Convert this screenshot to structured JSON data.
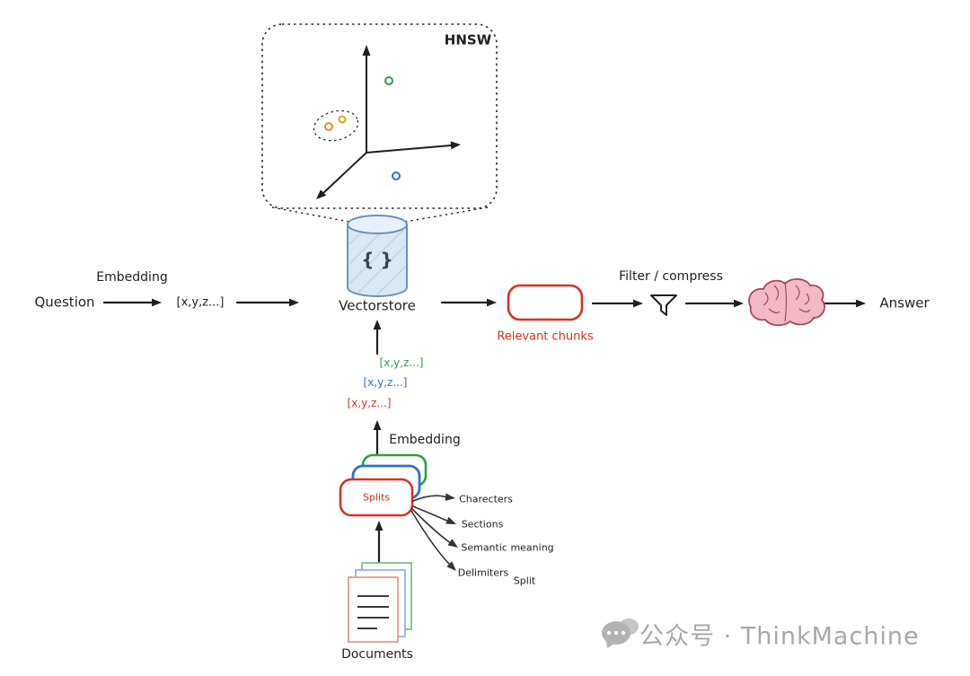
{
  "colors": {
    "ink": "#1f1f1f",
    "red": "#d93025",
    "green": "#2f9e44",
    "blue": "#2f6fd6",
    "orange": "#e8882e",
    "cylinder_fill": "#d9e8f6",
    "cylinder_stroke": "#6b93b8",
    "brain_fill": "#f2b8c6",
    "brain_stroke": "#a34a5e",
    "watermark_gray": "#a8a8a8"
  },
  "hnsw_panel": {
    "label": "HNSW"
  },
  "flow": {
    "question": "Question",
    "embedding_label": "Embedding",
    "query_vector": "[x,y,z...]",
    "vectorstore_braces": "{ }",
    "vectorstore_label": "Vectorstore",
    "relevant_chunks_label": "Relevant chunks",
    "filter_label": "Filter / compress",
    "answer": "Answer"
  },
  "chunk_vectors": {
    "green": "[x,y,z...]",
    "blue": "[x,y,z...]",
    "red": "[x,y,z...]",
    "embedding_label": "Embedding"
  },
  "splits": {
    "label": "Splits",
    "methods": [
      "Charecters",
      "Sections",
      "Semantic meaning",
      "Delimiters",
      "Split"
    ]
  },
  "documents": {
    "label": "Documents"
  },
  "watermark": {
    "text": "公众号 · ThinkMachine"
  }
}
